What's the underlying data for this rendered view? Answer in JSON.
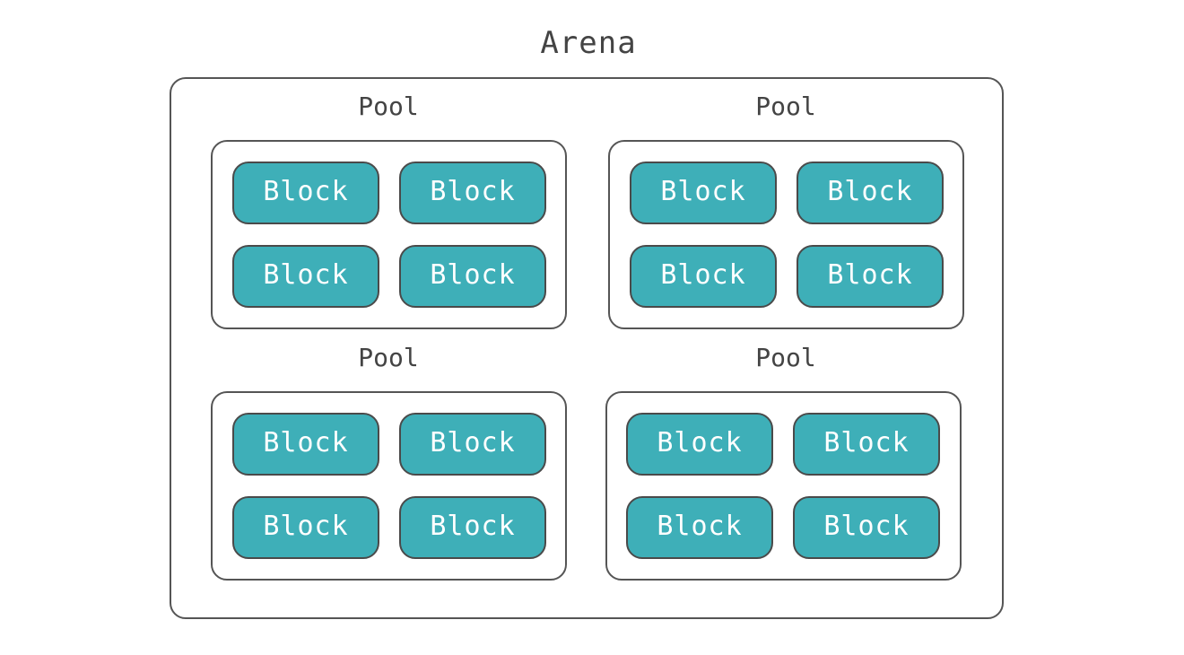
{
  "arena": {
    "title": "Arena"
  },
  "pools": [
    {
      "label": "Pool",
      "blocks": [
        "Block",
        "Block",
        "Block",
        "Block"
      ]
    },
    {
      "label": "Pool",
      "blocks": [
        "Block",
        "Block",
        "Block",
        "Block"
      ]
    },
    {
      "label": "Pool",
      "blocks": [
        "Block",
        "Block",
        "Block",
        "Block"
      ]
    },
    {
      "label": "Pool",
      "blocks": [
        "Block",
        "Block",
        "Block",
        "Block"
      ]
    }
  ],
  "colors": {
    "block_fill": "#3eafb8",
    "outline": "#555555",
    "text": "#444444"
  }
}
